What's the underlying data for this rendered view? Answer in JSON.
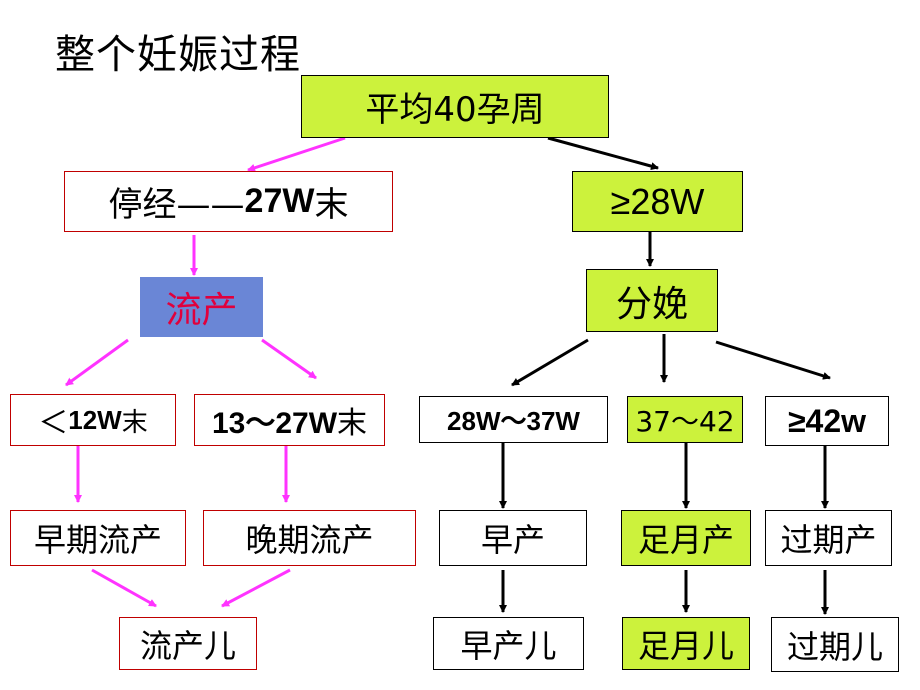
{
  "title": "整个妊娠过程",
  "colors": {
    "green_fill": "#ccf23c",
    "blue_fill": "#6a86d6",
    "red_border": "#c00000",
    "magenta_arrow": "#ff33ff",
    "red_text": "#e0003c"
  },
  "nodes": {
    "avg": "平均40孕周",
    "stop_pre": "停经——",
    "stop_bold": "27W",
    "stop_post": "末",
    "ge28": "≥28W",
    "abortion": "流产",
    "delivery": "分娩",
    "lt12_sym": "＜",
    "lt12_bold": "12W",
    "lt12_post": "末",
    "r13_bold": "13～27W",
    "r13_post": "末",
    "r28_37": "28W～37W",
    "r37_42": "37～42",
    "ge42": "≥42w",
    "early_abort": "早期流产",
    "late_abort": "晚期流产",
    "preterm": "早产",
    "term": "足月产",
    "postterm": "过期产",
    "abort_baby": "流产儿",
    "preterm_baby": "早产儿",
    "term_baby": "足月儿",
    "postterm_baby": "过期儿"
  }
}
